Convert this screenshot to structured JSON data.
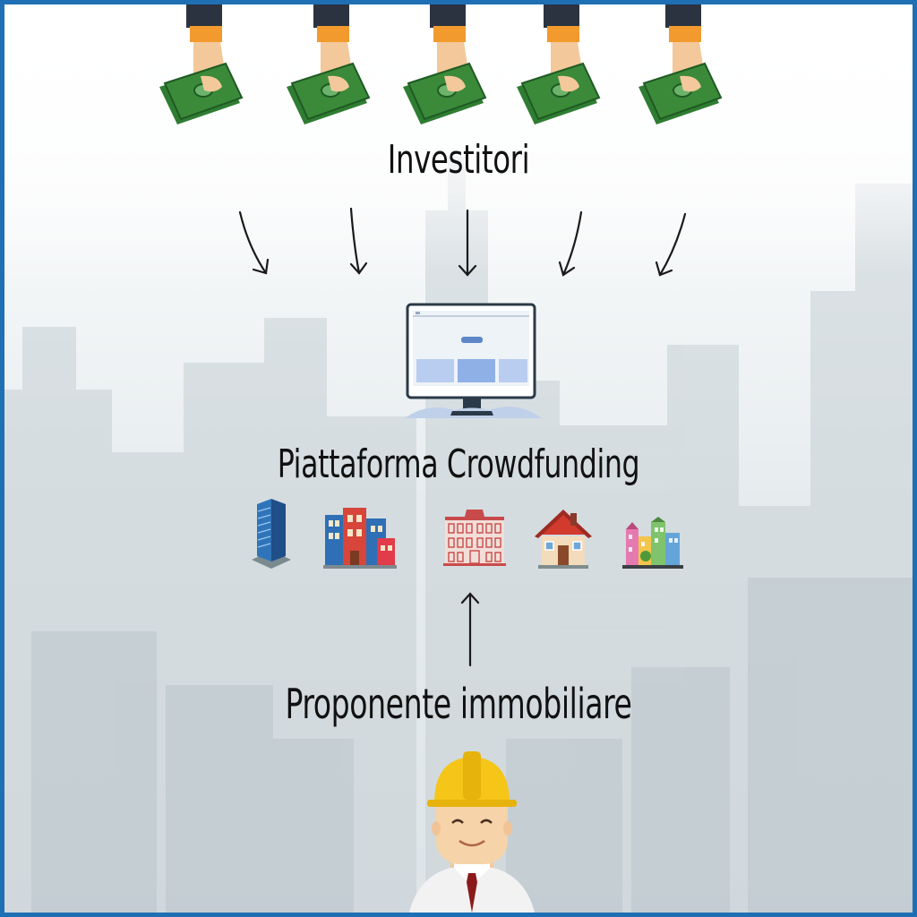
{
  "labels": {
    "investors": "Investitori",
    "platform": "Piattaforma Crowdfunding",
    "developer": "Proponente immobiliare"
  },
  "colors": {
    "border": "#1f6fb5",
    "cash": "#3a8a3a",
    "cuff": "#f29a2e",
    "helmet": "#f5c518",
    "tie": "#8b1a1a"
  },
  "icons": {
    "investor_hands": [
      "hand-with-cash-icon",
      "hand-with-cash-icon",
      "hand-with-cash-icon",
      "hand-with-cash-icon",
      "hand-with-cash-icon"
    ],
    "platform": "computer-monitor-icon",
    "properties": [
      "office-tower-icon",
      "colorful-apartments-icon",
      "historic-building-icon",
      "house-icon",
      "town-houses-icon"
    ],
    "developer": "construction-worker-icon"
  }
}
